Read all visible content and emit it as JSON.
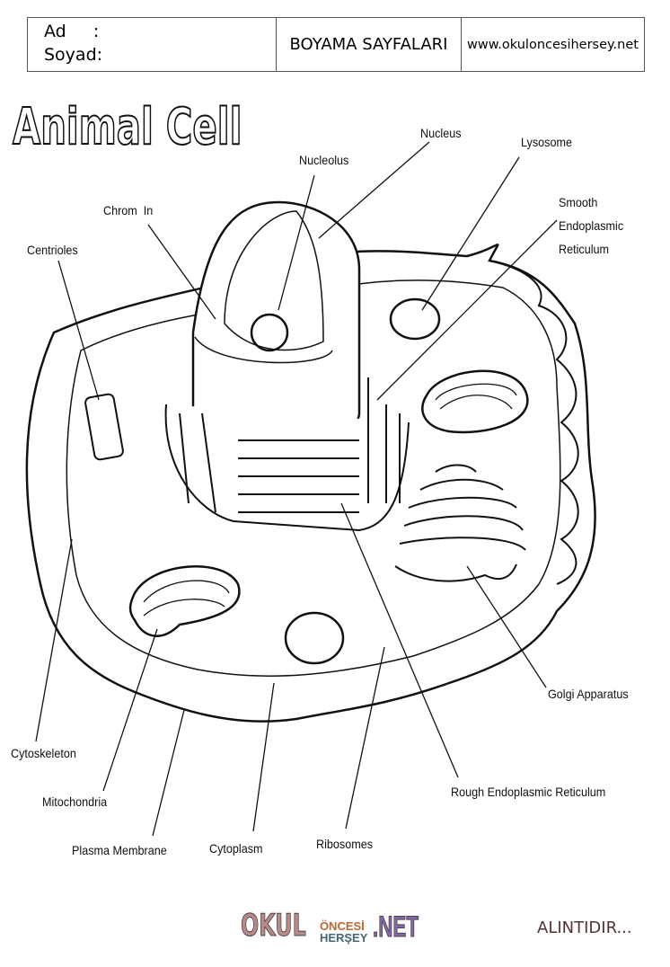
{
  "header": {
    "name_label": "Ad     :",
    "surname_label": "Soyad:",
    "title": "BOYAMA SAYFALARI",
    "website": "www.okuloncesihersey.net"
  },
  "diagram": {
    "title": "Animal Cell",
    "labels": {
      "nucleolus": "Nucleolus",
      "nucleus": "Nucleus",
      "lysosome": "Lysosome",
      "smooth_er_1": "Smooth",
      "smooth_er_2": "Endoplasmic",
      "smooth_er_3": "Reticulum",
      "chromatin": "Chrom  In",
      "centrioles": "Centrioles",
      "golgi": "Golgi Apparatus",
      "cytoskeleton": "Cytoskeleton",
      "rough_er": "Rough Endoplasmic Reticulum",
      "mitochondria": "Mitochondria",
      "plasma_membrane": "Plasma Membrane",
      "cytoplasm": "Cytoplasm",
      "ribosomes": "Ribosomes"
    }
  },
  "footer": {
    "logo": {
      "okul": "OKUL",
      "oncesi": "ÖNCESİ",
      "hersey": "HERŞEY",
      "net": ".NET"
    },
    "credit": "ALINTIDIR..."
  }
}
